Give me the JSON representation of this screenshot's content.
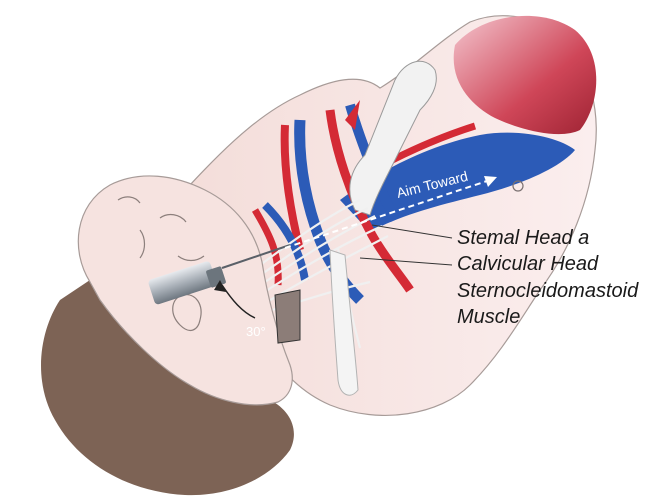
{
  "labels": {
    "aim": "Aim Toward",
    "angle": "30°",
    "sternal_head": "Stemal Head a",
    "clavicular_head": "Calvicular Head",
    "muscle_name": "Sternocleidomastoid",
    "muscle_word": "Muscle"
  },
  "colors": {
    "skin": "#f6e3e0",
    "skin_outline": "#9c8f8c",
    "hair": "#7d6355",
    "artery": "#d42a35",
    "vein": "#2c5bb7",
    "lung": "#c9404f",
    "muscle_fiber": "#f2f2f2",
    "needle": "#9aa3ad"
  }
}
